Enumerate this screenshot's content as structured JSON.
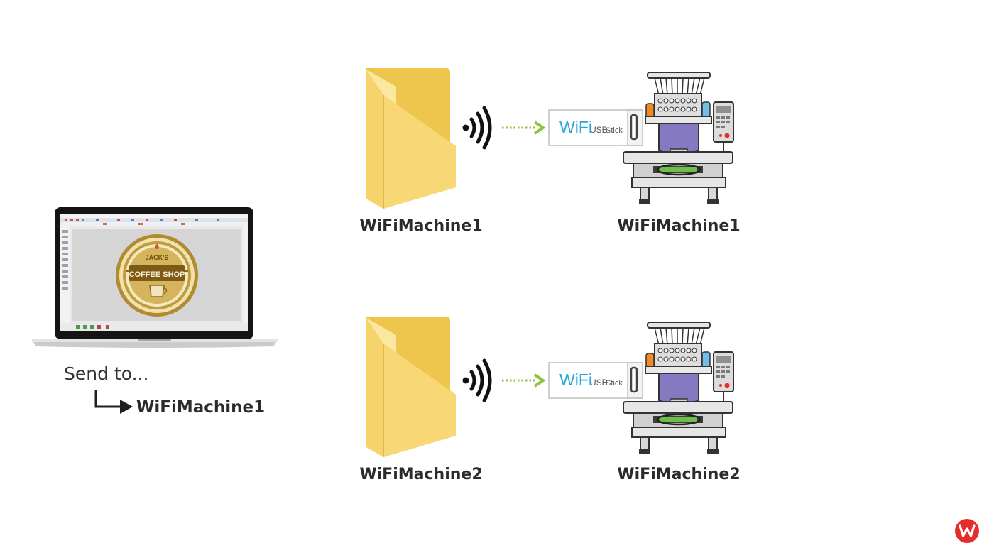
{
  "laptop": {
    "screen_text_top": "JACK'S",
    "screen_text_main": "COFFEE SHOP"
  },
  "send": {
    "prompt": "Send to...",
    "target": "WiFiMachine1"
  },
  "rows": [
    {
      "folder_label": "WiFiMachine1",
      "machine_label": "WiFiMachine1",
      "stick_brand": "WiFi",
      "stick_usb": "USB",
      "stick_word": "Stick"
    },
    {
      "folder_label": "WiFiMachine2",
      "machine_label": "WiFiMachine2",
      "stick_brand": "WiFi",
      "stick_usb": "USB",
      "stick_word": "Stick"
    }
  ],
  "colors": {
    "folder_front": "#f8d775",
    "folder_back": "#eec64e",
    "arrow_green": "#8cc43d",
    "wifi_blue": "#2aa7d6",
    "machine_purple": "#8579c2",
    "brand_red": "#e42e2b"
  }
}
